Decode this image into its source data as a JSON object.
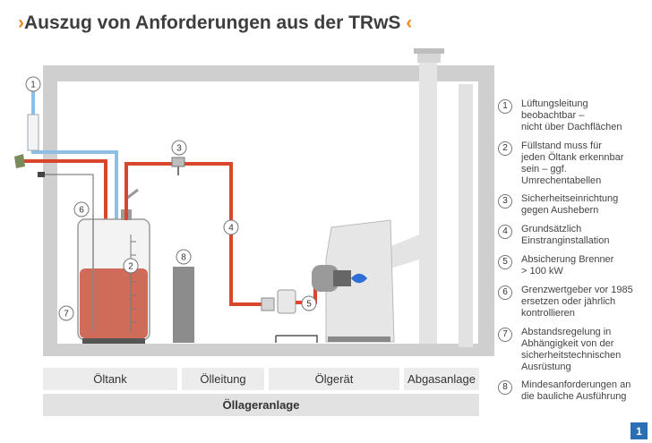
{
  "title": {
    "prefix": "›",
    "text": "Auszug von Anforderungen aus der TRwS",
    "suffix": "‹"
  },
  "diagram": {
    "callouts": [
      "1",
      "2",
      "3",
      "4",
      "5",
      "6",
      "7",
      "8"
    ],
    "colors": {
      "oil_line": "#d8472c",
      "vent_line": "#8ebee3",
      "building": "#c8c8c8",
      "oil": "#c8533d",
      "burner_flame": "#2e6fd6"
    }
  },
  "categories": [
    {
      "label": "Öltank"
    },
    {
      "label": "Ölleitung"
    },
    {
      "label": "Ölgerät"
    },
    {
      "label": "Abgasanlage"
    }
  ],
  "category_group": "Öllageranlage",
  "legend": [
    {
      "num": "1",
      "text": "Lüftungsleitung\nbeobachtbar –\nnicht über Dachflächen"
    },
    {
      "num": "2",
      "text": "Füllstand muss für\njeden Öltank erkennbar\nsein – ggf.\nUmrechentabellen"
    },
    {
      "num": "3",
      "text": "Sicherheitseinrichtung\ngegen Aushebern"
    },
    {
      "num": "4",
      "text": "Grundsätzlich\nEinstranginstallation"
    },
    {
      "num": "5",
      "text": "Absicherung Brenner\n> 100 kW"
    },
    {
      "num": "6",
      "text": "Grenzwertgeber vor 1985\nersetzen oder jährlich\nkontrollieren"
    },
    {
      "num": "7",
      "text": "Abstandsregelung in\nAbhängigkeit von der\nsicherheitstechnischen\nAusrüstung"
    },
    {
      "num": "8",
      "text": "Mindesanforderungen an\ndie bauliche Ausführung"
    }
  ],
  "page_number": "1"
}
